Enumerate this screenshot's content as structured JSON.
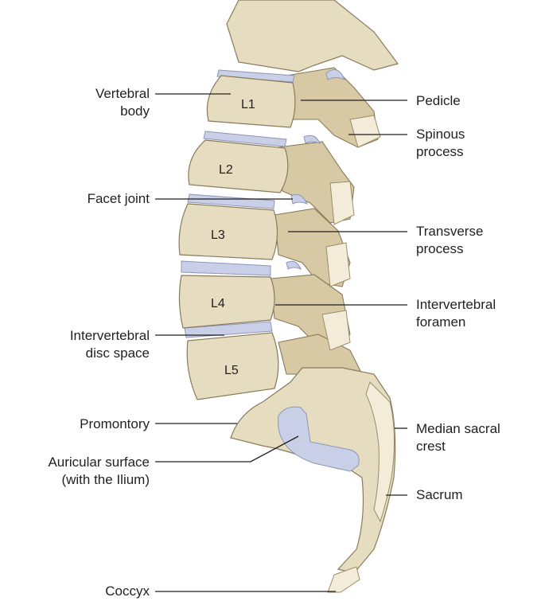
{
  "vertebrae": [
    "L1",
    "L2",
    "L3",
    "L4",
    "L5"
  ],
  "labels": {
    "vertebral_body": "Vertebral\nbody",
    "facet_joint": "Facet joint",
    "intervertebral_disc_space": "Intervertebral\ndisc space",
    "promontory": "Promontory",
    "auricular_surface": "Auricular surface\n(with the Ilium)",
    "coccyx": "Coccyx",
    "pedicle": "Pedicle",
    "spinous_process": "Spinous\nprocess",
    "transverse_process": "Transverse\nprocess",
    "intervertebral_foramen": "Intervertebral\nforamen",
    "median_sacral_crest": "Median sacral\ncrest",
    "sacrum": "Sacrum"
  },
  "colors": {
    "bone": "#e6dcbf",
    "bone_shadow": "#d6c9a4",
    "cartilage": "#c9cfe6",
    "text": "#231f20"
  }
}
